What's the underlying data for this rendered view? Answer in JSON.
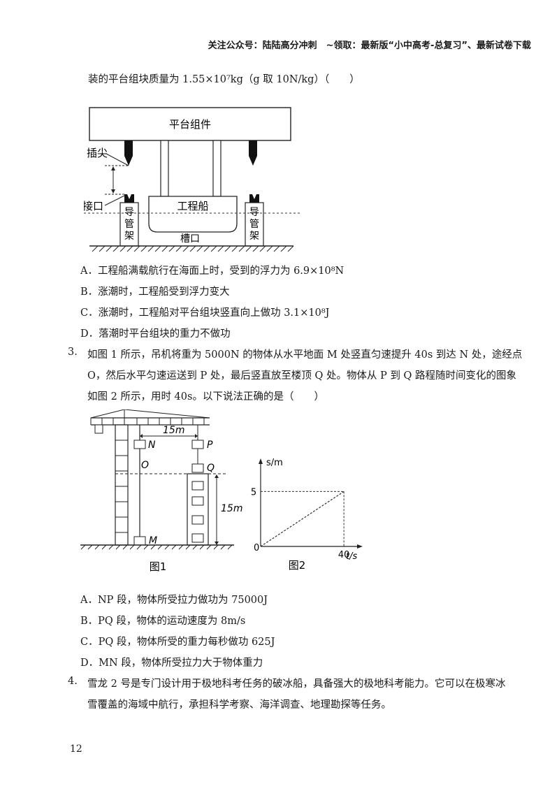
{
  "header": "关注公众号：陆陆高分冲刺　~领取：最新版“小中高考-总复习”、最新试卷下载",
  "intro_line": "装的平台组块质量为 1.55×10⁷kg（g 取 10N/kg）（　　）",
  "fig1": {
    "platform_label": "平台组件",
    "plug_label": "插尖",
    "socket_label": "接口",
    "ship_label": "工程船",
    "guide_chars": [
      "导",
      "管",
      "架"
    ],
    "slot_label": "槽口"
  },
  "q2_options": [
    "A．工程船满载航行在海面上时，受到的浮力为 6.9×10⁸N",
    "B．涨潮时，工程船受到浮力变大",
    "C．涨潮时，工程船对平台组块竖直向上做功 3.1×10⁸J",
    "D．落潮时平台组块的重力不做功"
  ],
  "q3": {
    "number": "3.",
    "lines": [
      "如图 1 所示，吊机将重为 5000N 的物体从水平地面 M 处竖直匀速提升 40s 到达 N 处，途经点",
      "O，然后水平匀速运送到 P 处，最后竖直放至楼顶 Q 处。物体从 P 到 Q 路程随时间变化的图象",
      "如图 2 所示，用时 40s。以下说法正确的是（　　）"
    ],
    "fig1_labels": {
      "N": "N",
      "P": "P",
      "O": "O",
      "Q": "Q",
      "M": "M",
      "width": "15m",
      "height": "15m",
      "caption": "图1"
    },
    "options": [
      "A．NP 段，物体所受拉力做功为 75000J",
      "B．PQ 段，物体的运动速度为 8m/s",
      "C．PQ 段，物体所受的重力每秒做功 625J",
      "D．MN 段，物体所受拉力大于物体重力"
    ]
  },
  "chart_data": {
    "type": "line",
    "title": "",
    "caption": "图2",
    "xlabel": "t/s",
    "ylabel": "s/m",
    "origin_label": "0",
    "x_ticks": [
      "40"
    ],
    "y_ticks": [
      "5"
    ],
    "xlim": [
      0,
      48
    ],
    "ylim": [
      0,
      7
    ],
    "series": [
      {
        "x": [
          0,
          40
        ],
        "y": [
          0,
          5
        ]
      }
    ]
  },
  "q4": {
    "number": "4.",
    "lines": [
      "雪龙 2 号是专门设计用于极地科考任务的破冰船，具备强大的极地科考能力。它可以在极寒冰",
      "雪覆盖的海域中航行，承担科学考察、海洋调查、地理勘探等任务。"
    ]
  },
  "page_number": "12"
}
